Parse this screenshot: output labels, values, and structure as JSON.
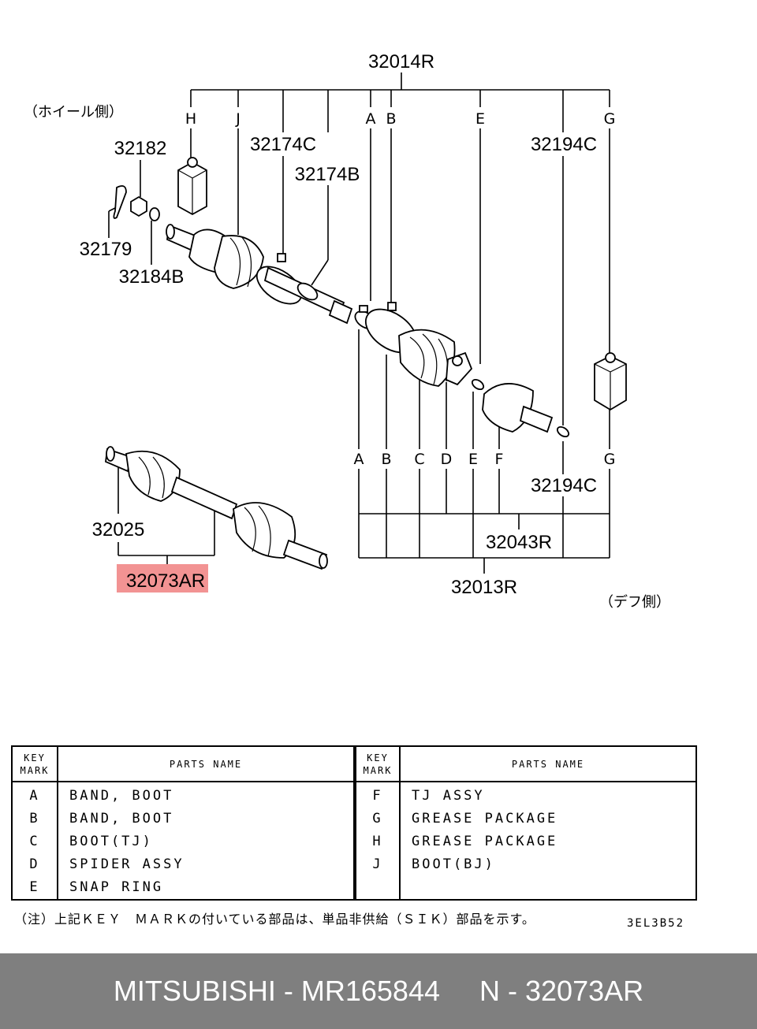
{
  "diagram": {
    "part_numbers": {
      "p32014R": "32014R",
      "p32182": "32182",
      "p32174C": "32174C",
      "p32174B": "32174B",
      "p32194C_top": "32194C",
      "p32179": "32179",
      "p32184B": "32184B",
      "p32194C_bottom": "32194C",
      "p32025": "32025",
      "p32073AR": "32073AR",
      "p32043R": "32043R",
      "p32013R": "32013R"
    },
    "top_letters": [
      "H",
      "J",
      "A",
      "B",
      "E",
      "G"
    ],
    "bottom_letters": [
      "A",
      "B",
      "C",
      "D",
      "E",
      "F",
      "G"
    ],
    "wheel_side_label": "（ホイール側）",
    "diff_side_label": "（デフ側）",
    "highlight_color": "#f08080"
  },
  "table": {
    "header_key": "KEY MARK",
    "header_name": "PARTS NAME",
    "left_rows": [
      {
        "key": "A",
        "name": "BAND, BOOT"
      },
      {
        "key": "B",
        "name": "BAND, BOOT"
      },
      {
        "key": "C",
        "name": "BOOT(TJ)"
      },
      {
        "key": "D",
        "name": "SPIDER ASSY"
      },
      {
        "key": "E",
        "name": "SNAP RING"
      }
    ],
    "right_rows": [
      {
        "key": "F",
        "name": "TJ ASSY"
      },
      {
        "key": "G",
        "name": "GREASE PACKAGE"
      },
      {
        "key": "H",
        "name": "GREASE PACKAGE"
      },
      {
        "key": "J",
        "name": "BOOT(BJ)"
      }
    ]
  },
  "note": "（注）上記ＫＥＹ　ＭＡＲＫの付いている部品は、単品非供給（ＳＩＫ）部品を示す。",
  "drawing_code": "3EL3B52",
  "footer": {
    "text": "MITSUBISHI - MR165844     N - 32073AR"
  }
}
